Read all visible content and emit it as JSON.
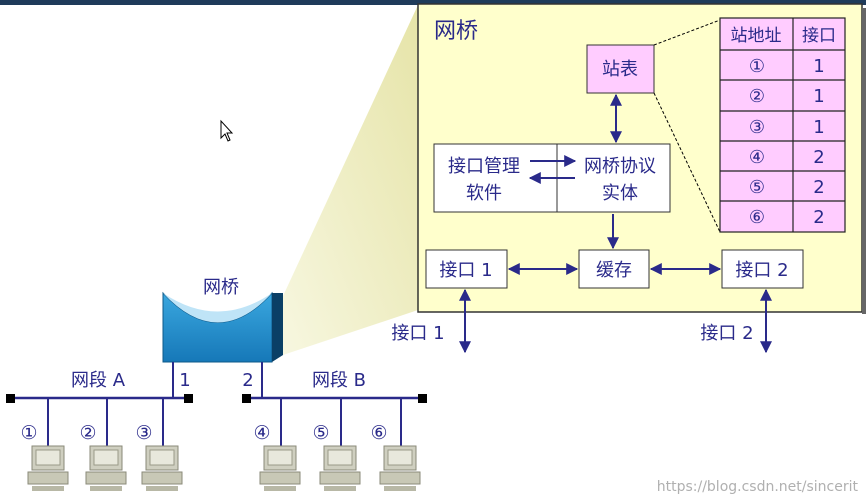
{
  "bridge_panel": {
    "title": "网桥",
    "station_table_label": "站表",
    "port_mgmt_line1": "接口管理",
    "port_mgmt_line2": "软件",
    "protocol_line1": "网桥协议",
    "protocol_line2": "实体",
    "port1_box": "接口 1",
    "buffer": "缓存",
    "port2_box": "接口 2",
    "port1_label": "接口 1",
    "port2_label": "接口 2"
  },
  "station_table": {
    "headers": [
      "站地址",
      "接口"
    ],
    "rows": [
      [
        "①",
        "1"
      ],
      [
        "②",
        "1"
      ],
      [
        "③",
        "1"
      ],
      [
        "④",
        "2"
      ],
      [
        "⑤",
        "2"
      ],
      [
        "⑥",
        "2"
      ]
    ]
  },
  "network": {
    "bridge_label": "网桥",
    "port1_num": "1",
    "port2_num": "2",
    "segment_a": "网段 A",
    "segment_b": "网段 B",
    "stations": [
      "①",
      "②",
      "③",
      "④",
      "⑤",
      "⑥"
    ]
  },
  "watermark": "https://blog.csdn.net/sincerit",
  "colors": {
    "navy_header": "#1f3b5a",
    "panel_bg": "#ffffcc",
    "table_pink": "#ffccff",
    "bridge_blue": "#1e90c8",
    "line_blue": "#2a2a8a",
    "beam": "#ecebb4"
  }
}
